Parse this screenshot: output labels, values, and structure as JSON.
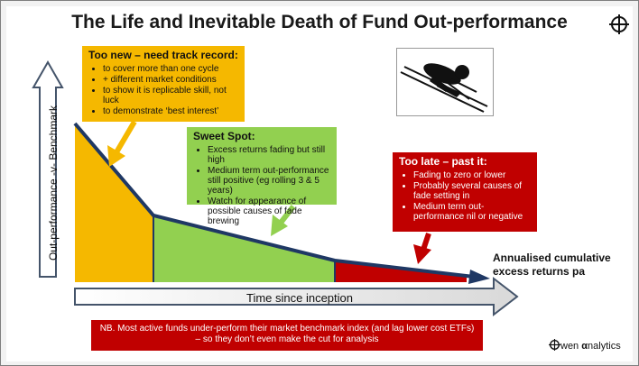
{
  "title": "The Life and Inevitable Death of Fund Out-performance",
  "y_axis_label": "Out-performance -v- Benchmark",
  "x_axis_label": "Time since inception",
  "curve_label": "Annualised cumulative excess returns pa",
  "boxes": {
    "too_new": {
      "heading": "Too new – need track record:",
      "color": "#f5b800",
      "bullets": [
        "to cover more than one cycle",
        "+ different market conditions",
        "to show it is replicable skill, not luck",
        "to demonstrate ‘best interest’"
      ]
    },
    "sweet_spot": {
      "heading": "Sweet Spot:",
      "color": "#92d050",
      "bullets": [
        "Excess returns fading but still high",
        "Medium term out-performance still positive (eg rolling 3 & 5 years)",
        "Watch for appearance of possible causes of fade brewing"
      ]
    },
    "too_late": {
      "heading": "Too late – past it:",
      "color": "#c00000",
      "bullets": [
        "Fading to zero or lower",
        "Probably several causes of fade setting in",
        "Medium term out-performance nil or negative"
      ]
    }
  },
  "note": "NB. Most active funds under-perform their market benchmark index (and lag lower cost ETFs) – so they don’t even make the cut for analysis",
  "logo": {
    "prefix": "wen ",
    "symbol": "α",
    "suffix": "nalytics"
  },
  "colors": {
    "accent_dark": "#1f3864",
    "axis_fill": "#ffffff",
    "axis_stroke": "#44546a"
  }
}
